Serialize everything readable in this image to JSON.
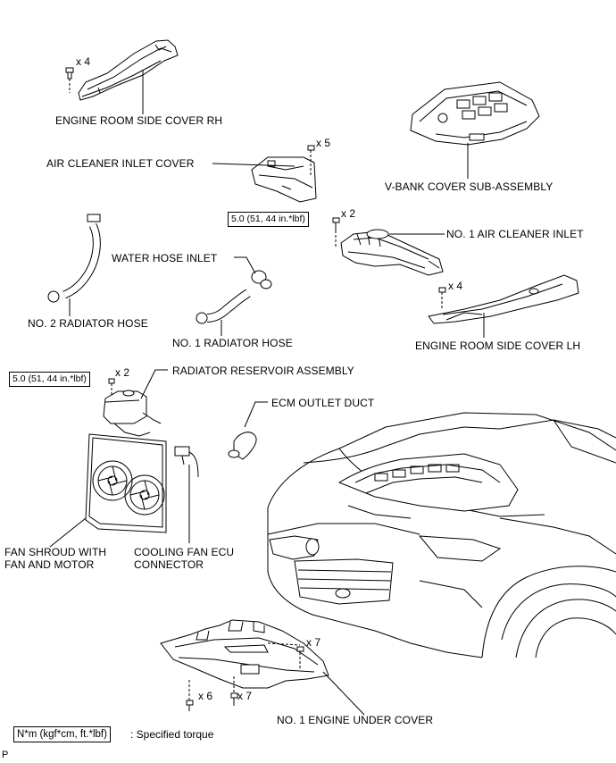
{
  "labels": {
    "engine_room_side_cover_rh": "ENGINE ROOM SIDE COVER RH",
    "air_cleaner_inlet_cover": "AIR CLEANER INLET COVER",
    "v_bank_cover": "V-BANK COVER SUB-ASSEMBLY",
    "no1_air_cleaner_inlet": "NO. 1 AIR CLEANER INLET",
    "water_hose_inlet": "WATER HOSE INLET",
    "no2_radiator_hose": "NO. 2 RADIATOR HOSE",
    "no1_radiator_hose": "NO. 1 RADIATOR HOSE",
    "engine_room_side_cover_lh": "ENGINE ROOM SIDE COVER LH",
    "radiator_reservoir": "RADIATOR RESERVOIR ASSEMBLY",
    "ecm_outlet_duct": "ECM OUTLET DUCT",
    "fan_shroud_line1": "FAN SHROUD WITH",
    "fan_shroud_line2": "FAN AND MOTOR",
    "cooling_fan_ecu_line1": "COOLING FAN ECU",
    "cooling_fan_ecu_line2": "CONNECTOR",
    "no1_engine_under_cover": "NO. 1 ENGINE UNDER COVER"
  },
  "quantities": {
    "rh_bolts": "x 4",
    "inlet_cover_bolts": "x 5",
    "air_cleaner_bolts": "x 2",
    "lh_bolts": "x 4",
    "reservoir_bolts": "x 2",
    "under_cover_right": "x 7",
    "under_cover_left": "x 6",
    "under_cover_mid": "x 7"
  },
  "torques": {
    "air_cleaner": "5.0 (51, 44 in.*lbf)",
    "reservoir": "5.0 (51, 44 in.*lbf)"
  },
  "legend": {
    "box": "N*m (kgf*cm, ft.*lbf)",
    "text": ": Specified torque"
  },
  "ref_code": "P"
}
